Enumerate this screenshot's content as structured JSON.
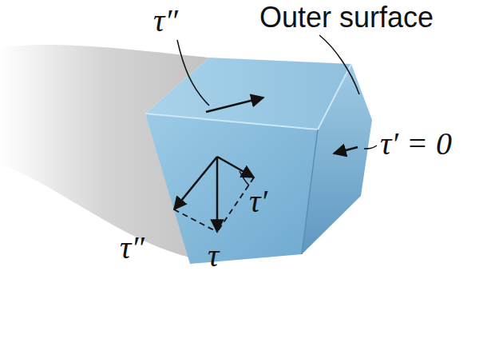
{
  "diagram": {
    "labels": [
      "Outer surface",
      "τ″",
      "τ′ = 0",
      "τ″",
      "τ",
      "τ′"
    ]
  }
}
